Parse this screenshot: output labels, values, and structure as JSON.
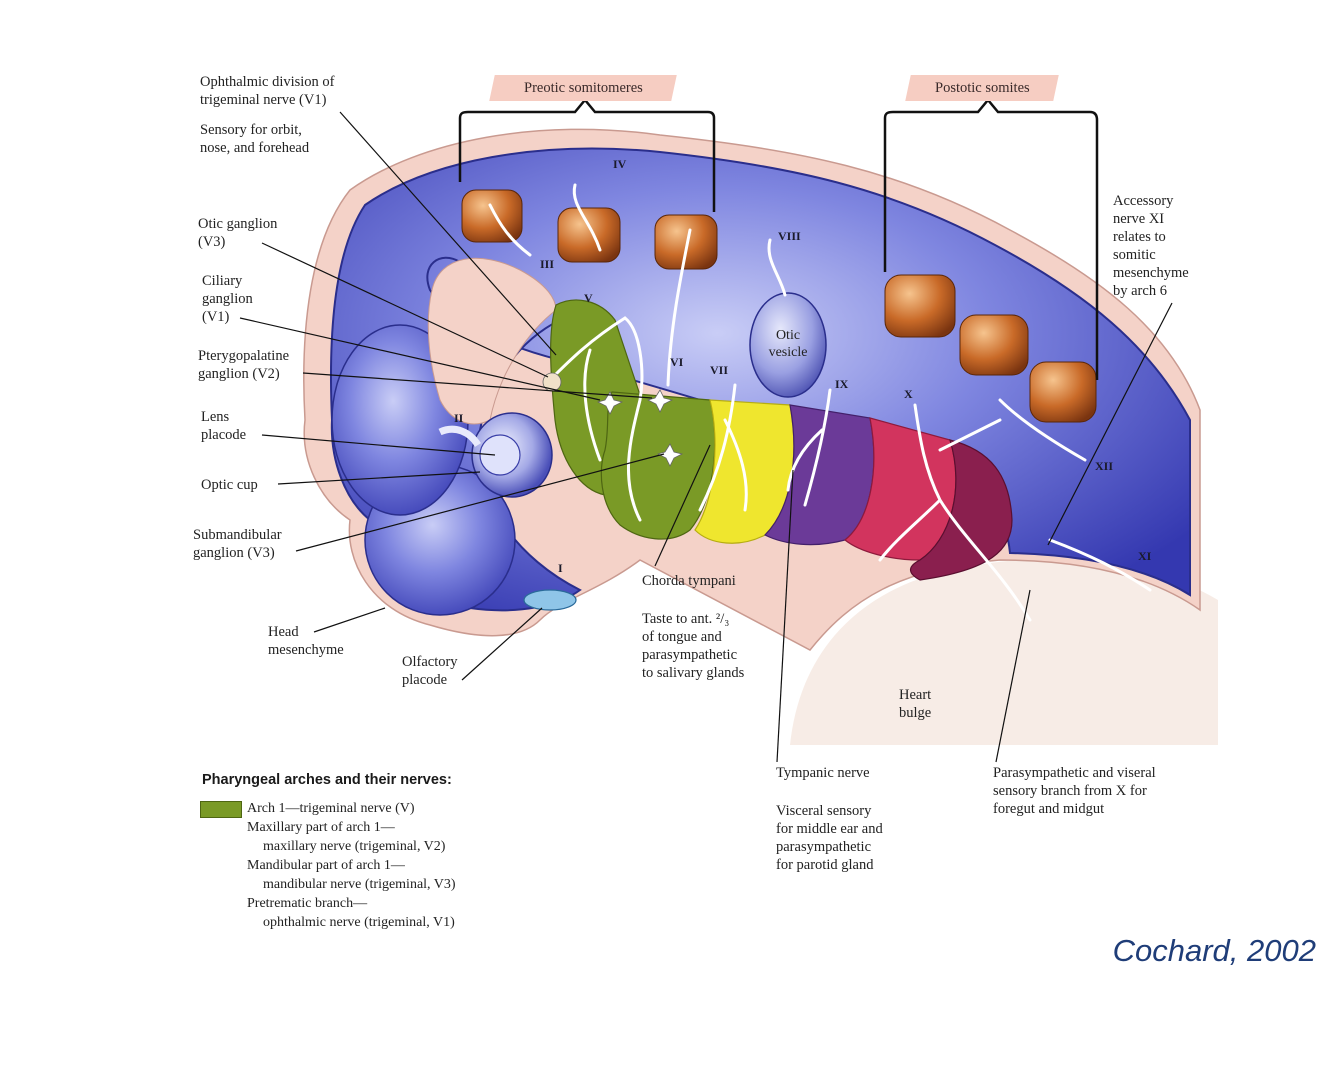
{
  "banners": {
    "preotic": "Preotic somitomeres",
    "postotic": "Postotic somites"
  },
  "labels": {
    "ophthalmic": "Ophthalmic division of\ntrigeminal nerve (V1)",
    "sensory_orbit": "Sensory for orbit,\nnose, and forehead",
    "otic_ganglion": "Otic ganglion\n(V3)",
    "ciliary_ganglion": "Ciliary\nganglion\n(V1)",
    "pterygopalatine": "Pterygopalatine\nganglion (V2)",
    "lens_placode": "Lens\nplacode",
    "optic_cup": "Optic cup",
    "submandibular": "Submandibular\nganglion (V3)",
    "head_mesenchyme": "Head\nmesenchyme",
    "olfactory_placode": "Olfactory\nplacode",
    "chorda_tympani": "Chorda tympani",
    "taste": "Taste to ant. ²/₃\nof tongue and\nparasympathetic\nto salivary glands",
    "tympanic_nerve": "Tympanic nerve",
    "visceral_sensory": "Visceral sensory\nfor middle ear and\nparasympathetic\nfor parotid gland",
    "parasympathetic_x": "Parasympathetic and viseral\nsensory branch from X for\nforegut and midgut",
    "accessory": "Accessory\nnerve XI\nrelates to\nsomitic\nmesenchyme\nby arch 6",
    "heart_bulge": "Heart\nbulge",
    "otic_vesicle": "Otic\nvesicle"
  },
  "nerve_numerals": {
    "I": "I",
    "II": "II",
    "III": "III",
    "IV": "IV",
    "V": "V",
    "VI": "VI",
    "VII": "VII",
    "VIII": "VIII",
    "IX": "IX",
    "X": "X",
    "XI": "XI",
    "XII": "XII"
  },
  "legend": {
    "title": "Pharyngeal arches and their nerves:",
    "swatch_color": "#7a9a26",
    "lines": [
      "Arch 1—trigeminal nerve (V)",
      "Maxillary part of arch 1—",
      "maxillary nerve (trigeminal, V2)",
      "Mandibular part of arch 1—",
      "mandibular nerve (trigeminal, V3)",
      "Pretrematic branch—",
      "ophthalmic nerve (trigeminal, V1)"
    ]
  },
  "credit": "Cochard, 2002",
  "colors": {
    "embryo_blue": "#4a4fc8",
    "mesenchyme_pink": "#f4d2c8",
    "somite_brown": "#b85e22",
    "arch1_green": "#7a9a26",
    "arch2_yellow": "#efe62e",
    "arch3_purple": "#6b3a98",
    "arch4_red": "#d2345e",
    "arch6_maroon": "#8a1f4e"
  }
}
